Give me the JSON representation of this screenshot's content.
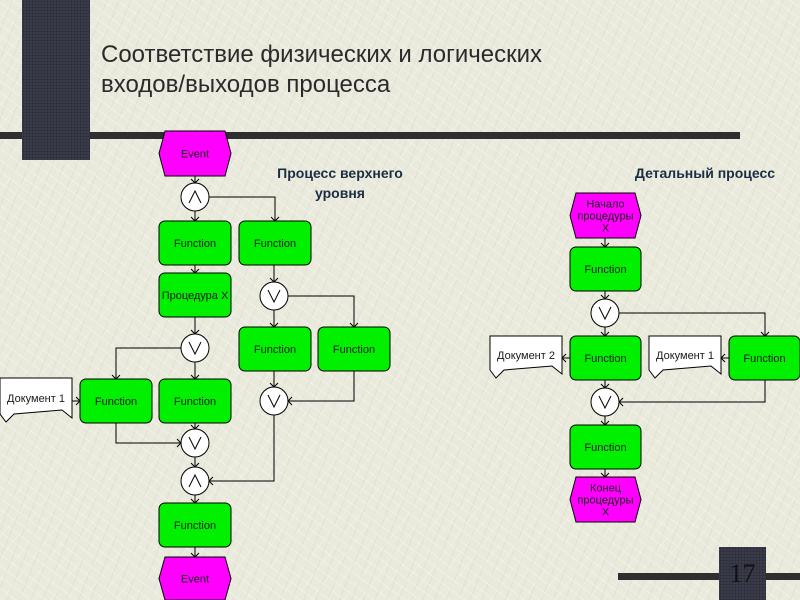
{
  "slide": {
    "title": "Соответствие физических и логических входов/выходов процесса",
    "title_line1": "Соответствие физических и логических",
    "title_line2": "входов/выходов процесса",
    "page_number": "17"
  },
  "colors": {
    "event": "#ff00ff",
    "function": "#00f000",
    "document": "#ffffff",
    "connector": "#ffffff",
    "line": "#000000",
    "label": "#1a2e44"
  },
  "left_diagram": {
    "label_line1": "Процесс верхнего",
    "label_line2": "уровня",
    "nodes": [
      {
        "id": "e1",
        "type": "event",
        "label": "Event"
      },
      {
        "id": "c1",
        "type": "connector",
        "op": "AND",
        "symbol": "^"
      },
      {
        "id": "f1",
        "type": "function",
        "label": "Function"
      },
      {
        "id": "f2",
        "type": "function",
        "label": "Function"
      },
      {
        "id": "p1",
        "type": "function",
        "label": "Процедура X"
      },
      {
        "id": "c2",
        "type": "connector",
        "op": "OR",
        "symbol": "V"
      },
      {
        "id": "c3",
        "type": "connector",
        "op": "OR",
        "symbol": "V"
      },
      {
        "id": "d1",
        "type": "document",
        "label": "Документ 1"
      },
      {
        "id": "f3",
        "type": "function",
        "label": "Function"
      },
      {
        "id": "f4",
        "type": "function",
        "label": "Function"
      },
      {
        "id": "f5",
        "type": "function",
        "label": "Function"
      },
      {
        "id": "f6",
        "type": "function",
        "label": "Function"
      },
      {
        "id": "c4",
        "type": "connector",
        "op": "OR",
        "symbol": "V"
      },
      {
        "id": "c5",
        "type": "connector",
        "op": "OR",
        "symbol": "V"
      },
      {
        "id": "c6",
        "type": "connector",
        "op": "AND",
        "symbol": "^"
      },
      {
        "id": "f7",
        "type": "function",
        "label": "Function"
      },
      {
        "id": "e2",
        "type": "event",
        "label": "Event"
      }
    ],
    "edges": [
      [
        "e1",
        "c1"
      ],
      [
        "c1",
        "f1"
      ],
      [
        "c1",
        "f2"
      ],
      [
        "f1",
        "p1"
      ],
      [
        "f2",
        "c3"
      ],
      [
        "p1",
        "c2"
      ],
      [
        "c2",
        "f3"
      ],
      [
        "c2",
        "f4"
      ],
      [
        "d1",
        "f3"
      ],
      [
        "c3",
        "f5"
      ],
      [
        "c3",
        "f6"
      ],
      [
        "f3",
        "c4"
      ],
      [
        "f4",
        "c4"
      ],
      [
        "f5",
        "c5"
      ],
      [
        "f6",
        "c5"
      ],
      [
        "c4",
        "c6"
      ],
      [
        "c5",
        "c6"
      ],
      [
        "c6",
        "f7"
      ],
      [
        "f7",
        "e2"
      ]
    ]
  },
  "right_diagram": {
    "label": "Детальный процесс",
    "nodes": [
      {
        "id": "re1",
        "type": "event",
        "label": "Начало процедуры X"
      },
      {
        "id": "rf1",
        "type": "function",
        "label": "Function"
      },
      {
        "id": "rc1",
        "type": "connector",
        "op": "OR",
        "symbol": "V"
      },
      {
        "id": "rd2",
        "type": "document",
        "label": "Документ 2"
      },
      {
        "id": "rf2",
        "type": "function",
        "label": "Function"
      },
      {
        "id": "rd1",
        "type": "document",
        "label": "Документ 1"
      },
      {
        "id": "rf3",
        "type": "function",
        "label": "Function"
      },
      {
        "id": "rc2",
        "type": "connector",
        "op": "OR",
        "symbol": "V"
      },
      {
        "id": "rf4",
        "type": "function",
        "label": "Function"
      },
      {
        "id": "re2",
        "type": "event",
        "label": "Конец процедуры X"
      }
    ],
    "edges": [
      [
        "re1",
        "rf1"
      ],
      [
        "rf1",
        "rc1"
      ],
      [
        "rc1",
        "rf2"
      ],
      [
        "rc1",
        "rf3"
      ],
      [
        "rf2",
        "rd2"
      ],
      [
        "rf3",
        "rd1"
      ],
      [
        "rf2",
        "rc2"
      ],
      [
        "rf3",
        "rc2"
      ],
      [
        "rc2",
        "rf4"
      ],
      [
        "rf4",
        "re2"
      ]
    ]
  }
}
